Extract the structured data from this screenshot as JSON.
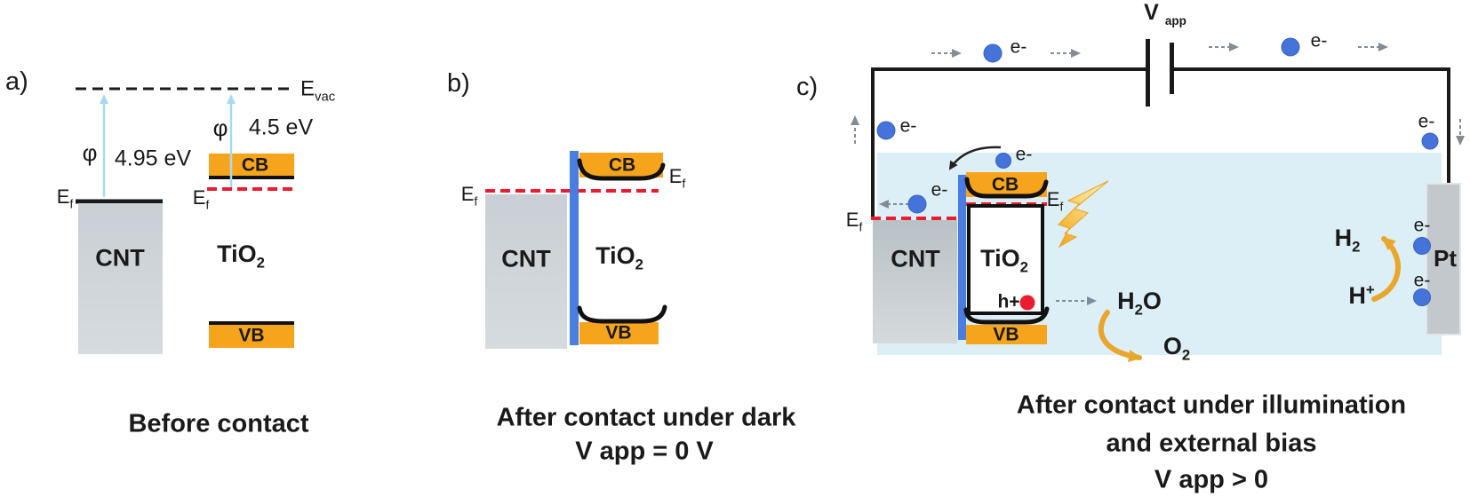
{
  "colors": {
    "band_orange": "#F7A41D",
    "interface_blue": "#4A7DE0",
    "electron_blue": "#4473D9",
    "fermi_red": "#ED1B2F",
    "electrolyte_blue": "#DCEEF6",
    "cnt_gray": "#CDD3D7",
    "pt_gray": "#C2C8CC",
    "wire_black": "#1A1A1A",
    "arrow_gray": "#848C93",
    "gold": "#E9A62C",
    "vacuum_arrow_blue": "#A9D9F2"
  },
  "panel_a": {
    "tag": "a)",
    "caption": "Before contact",
    "evac": {
      "base": "E",
      "sub": "vac"
    },
    "ef": {
      "base": "E",
      "sub": "f"
    },
    "phi": "φ",
    "cnt": {
      "label": "CNT",
      "work_function": "4.95 eV"
    },
    "tio2": {
      "base": "TiO",
      "sub": "2",
      "work_function": "4.5 eV",
      "cb": "CB",
      "vb": "VB"
    }
  },
  "panel_b": {
    "tag": "b)",
    "caption_line1": "After contact under dark",
    "caption_line2": "V app = 0 V",
    "ef": {
      "base": "E",
      "sub": "f"
    },
    "cnt": {
      "label": "CNT"
    },
    "tio2": {
      "base": "TiO",
      "sub": "2",
      "cb": "CB",
      "vb": "VB"
    }
  },
  "panel_c": {
    "tag": "c)",
    "caption_line1": "After contact under illumination",
    "caption_line2": "and external bias",
    "caption_line3": "V app > 0",
    "vapp": {
      "base": "V",
      "sub": "app"
    },
    "ef": {
      "base": "E",
      "sub": "f"
    },
    "electron": "e-",
    "hole": "h+",
    "cnt": {
      "label": "CNT"
    },
    "tio2": {
      "base": "TiO",
      "sub": "2",
      "cb": "CB",
      "vb": "VB"
    },
    "pt": "Pt",
    "h2": {
      "base": "H",
      "sub": "2"
    },
    "hplus": {
      "base": "H",
      "sup": "+"
    },
    "h2o": {
      "h": "H",
      "sub": "2",
      "o": "O"
    },
    "o2": {
      "base": "O",
      "sub": "2"
    }
  }
}
